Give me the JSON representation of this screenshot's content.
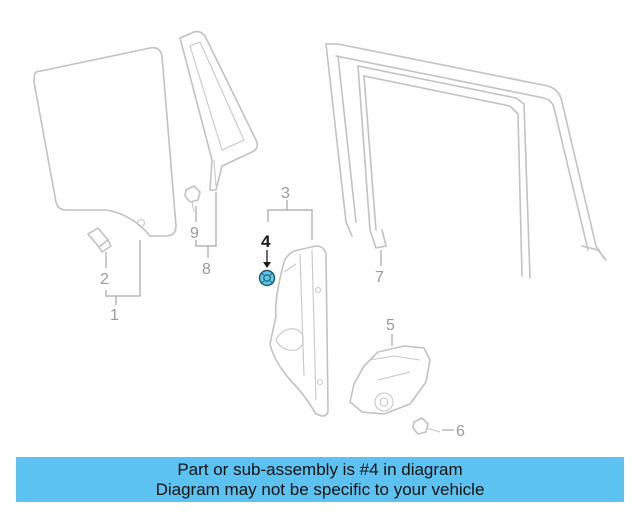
{
  "callouts": {
    "c1": "1",
    "c2": "2",
    "c3": "3",
    "c4": "4",
    "c5": "5",
    "c6": "6",
    "c7": "7",
    "c8": "8",
    "c9": "9"
  },
  "highlight_color": "#5bc8e8",
  "banner": {
    "line1": "Part or sub-assembly is #4 in diagram",
    "line2": "Diagram may not be specific to your vehicle",
    "background": "#5bc2f2"
  }
}
